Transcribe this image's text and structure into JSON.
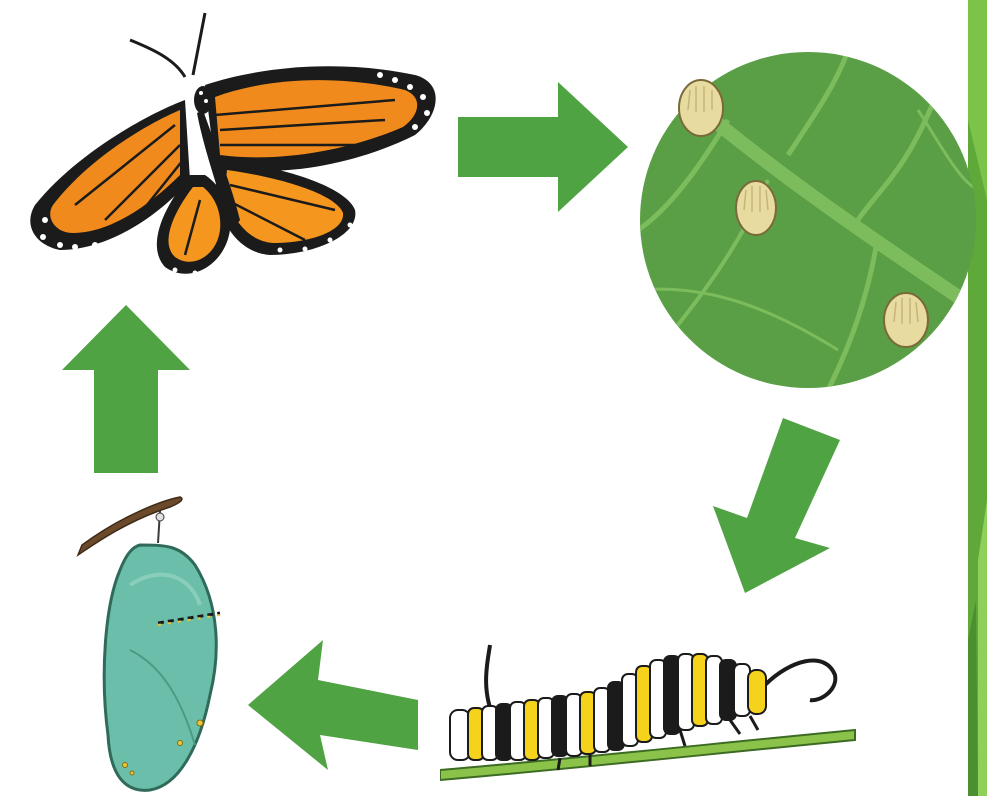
{
  "diagram": {
    "type": "cycle",
    "stages": [
      {
        "id": "adult",
        "icon": "butterfly-icon"
      },
      {
        "id": "egg",
        "icon": "eggs-on-leaf-icon"
      },
      {
        "id": "larva",
        "icon": "caterpillar-icon"
      },
      {
        "id": "pupa",
        "icon": "chrysalis-icon"
      }
    ],
    "arrows": [
      {
        "from": "adult",
        "to": "egg",
        "direction": "right"
      },
      {
        "from": "egg",
        "to": "larva",
        "direction": "down-left"
      },
      {
        "from": "larva",
        "to": "pupa",
        "direction": "left"
      },
      {
        "from": "pupa",
        "to": "adult",
        "direction": "up"
      }
    ]
  },
  "colors": {
    "arrow": "#4fa343",
    "leaf": "#5a9e45",
    "leaf_vein": "#7cbc5c",
    "egg": "#e8dba0",
    "butterfly_orange": "#f08a1c",
    "butterfly_black": "#1b1b1b",
    "chrysalis": "#6bbfaa",
    "sidebar_green": "#6cb63c"
  }
}
